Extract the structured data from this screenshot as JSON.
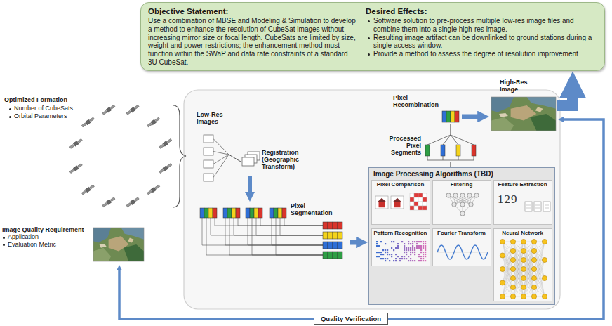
{
  "diagram": {
    "nodes": [
      {
        "text": [
          "Objective Statement:",
          "Use a combination of MBSE and Modeling & Simulation to develop a method to enhance the resolution of CubeSat images without increasing mirror size or focal length. CubeSats are limited by size, weight and power restrictions; the enhancement method must function within the SWaP and data rate constraints of a standard 3U CubeSat.",
          "Desired Effects:",
          "Software solution to pre-process multiple low-res image files and combine them into a single high-res image.",
          "Resulting image artifact can be downlinked to ground stations during a single access window.",
          "Provide a method to assess the degree of resolution improvement"
        ]
      },
      {
        "text": [
          "Low-Res Images"
        ]
      },
      {
        "text": [
          "Registration (Geographic Transform)"
        ]
      },
      {
        "text": [
          "Pixel Segmentation"
        ]
      },
      {
        "text": [
          "Image Processing Algorithms (TBD)"
        ]
      },
      {
        "text": [
          "Pixel Comparison"
        ],
        "in": 4
      },
      {
        "text": [
          "Filtering"
        ],
        "in": 4
      },
      {
        "text": [
          "Feature Extraction"
        ],
        "in": 4
      },
      {
        "text": [
          "Pattern Recognition"
        ],
        "in": 4
      },
      {
        "text": [
          "Fourier Transform"
        ],
        "in": 4
      },
      {
        "text": [
          "Neural Network"
        ],
        "in": 4
      },
      {
        "text": [
          "Processed Pixel Segments"
        ]
      },
      {
        "text": [
          "Pixel Recombination"
        ]
      },
      {
        "text": [
          "High-Res Image"
        ]
      },
      {
        "text": [
          "Image Quality Requirement",
          "Application",
          "Evaluation Metric"
        ]
      },
      {
        "text": [
          "Quality Verification"
        ]
      }
    ],
    "edges": [
      {
        "from": 1,
        "to": 2,
        "arrow": "none"
      },
      {
        "from": 2,
        "to": 3,
        "arrow": "to"
      },
      {
        "from": 3,
        "to": 4,
        "arrow": "to"
      },
      {
        "from": 4,
        "to": 11,
        "arrow": "none"
      },
      {
        "from": 11,
        "to": 12,
        "arrow": "none"
      },
      {
        "from": 12,
        "to": 13,
        "arrow": "to"
      },
      {
        "from": 13,
        "to": 0,
        "arrow": "to"
      },
      {
        "from": 15,
        "to": 13,
        "arrow": "to"
      },
      {
        "from": 15,
        "to": 14,
        "arrow": "to"
      }
    ],
    "labels": [
      "Optimized Formation",
      "Number of CubeSats",
      "Orbital Parameters",
      "129"
    ]
  }
}
